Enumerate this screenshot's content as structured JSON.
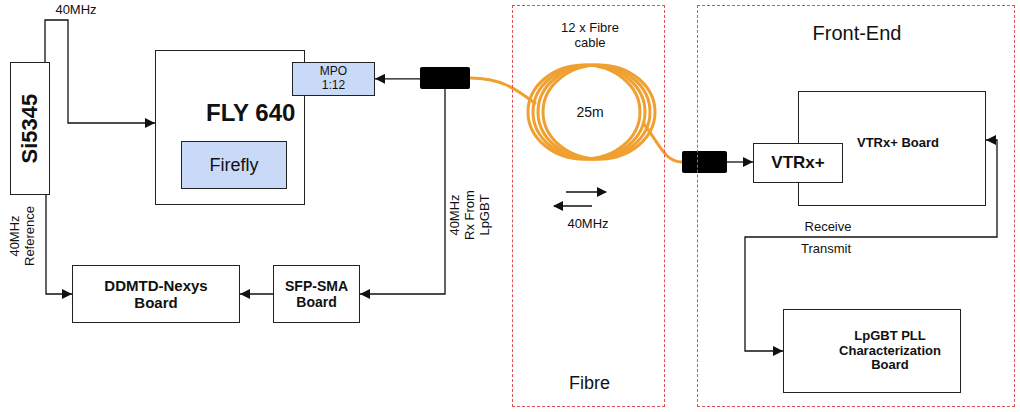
{
  "diagram": {
    "nodes": [
      {
        "text": [
          "Si5345"
        ]
      },
      {
        "text": [
          "FLY 640"
        ]
      },
      {
        "text": [
          "Firefly"
        ],
        "in": 1
      },
      {
        "text": [
          "MPO 1:12"
        ]
      },
      {
        "text": [
          "DDMTD-Nexys Board"
        ]
      },
      {
        "text": [
          "SFP-SMA Board"
        ]
      },
      {
        "text": [
          "Fibre"
        ]
      },
      {
        "text": [
          "Front-End"
        ]
      },
      {
        "text": [
          "VTRx+ Board"
        ],
        "in": 7
      },
      {
        "text": [
          "VTRx+"
        ],
        "in": 7
      },
      {
        "text": [
          "LpGBT PLL Characterization Board"
        ],
        "in": 7
      }
    ],
    "edges": [
      {
        "from": 0,
        "to": 1,
        "arrow": "to",
        "label": "40MHz"
      },
      {
        "from": 0,
        "to": 4,
        "arrow": "to",
        "label": "40MHz Reference"
      },
      {
        "from": 2,
        "to": 3,
        "arrow": "none"
      },
      {
        "from": 3,
        "to": 9,
        "arrow": "both"
      },
      {
        "from": 3,
        "to": 5,
        "arrow": "to",
        "label": "40MHz Rx From LpGBT"
      },
      {
        "from": 5,
        "to": 4,
        "arrow": "to"
      },
      {
        "from": 8,
        "to": 10,
        "arrow": "both"
      }
    ],
    "labels": [
      "12 x Fibre cable",
      "25m",
      "40MHz",
      "Receive",
      "Transmit"
    ]
  }
}
